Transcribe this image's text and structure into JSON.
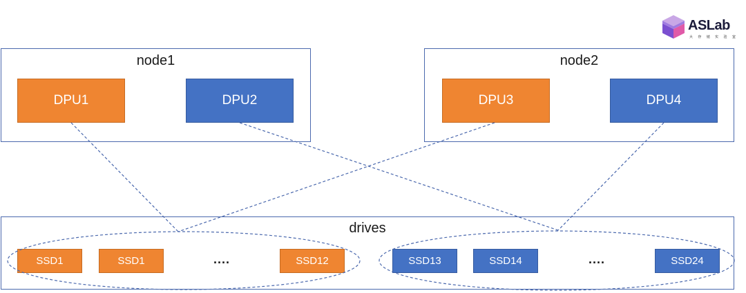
{
  "logo": {
    "text": "ASLab",
    "subtext": "大 存 储 实 验 室"
  },
  "nodes": [
    {
      "title": "node1",
      "dpus": [
        "DPU1",
        "DPU2"
      ]
    },
    {
      "title": "node2",
      "dpus": [
        "DPU3",
        "DPU4"
      ]
    }
  ],
  "drives": {
    "title": "drives",
    "group1": {
      "ssds": [
        "SSD1",
        "SSD1",
        "SSD12"
      ],
      "ellipsis": "...."
    },
    "group2": {
      "ssds": [
        "SSD13",
        "SSD14",
        "SSD24"
      ],
      "ellipsis": "...."
    }
  },
  "colors": {
    "orange": "#ef8531",
    "blue": "#4472c4",
    "border": "#4a68ad"
  }
}
